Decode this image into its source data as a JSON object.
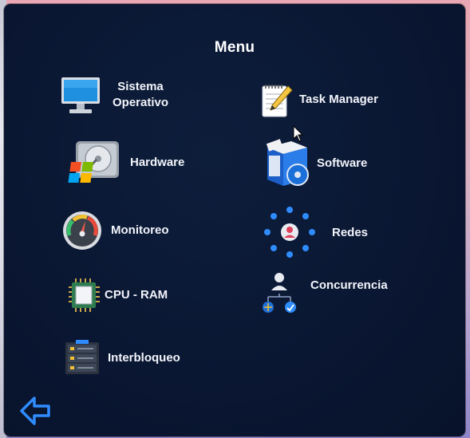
{
  "window": {
    "title": "Menu"
  },
  "menu": {
    "items": [
      {
        "label_line1": "Sistema",
        "label_line2": "Operativo",
        "icon": "monitor-icon"
      },
      {
        "label": "Task Manager",
        "icon": "notepad-pencil-icon"
      },
      {
        "label": "Hardware",
        "icon": "hard-drive-windows-icon"
      },
      {
        "label": "Software",
        "icon": "software-box-icon"
      },
      {
        "label": "Monitoreo",
        "icon": "speedometer-icon"
      },
      {
        "label": "Redes",
        "icon": "network-user-icon"
      },
      {
        "label": "CPU - RAM",
        "icon": "cpu-chip-icon"
      },
      {
        "label": "Concurrencia",
        "icon": "concurrency-users-icon"
      },
      {
        "label": "Interbloqueo",
        "icon": "server-rack-icon"
      }
    ]
  },
  "navigation": {
    "back_icon": "back-arrow-icon"
  },
  "colors": {
    "window_background": "#0a1733",
    "text": "#f2f4fa",
    "accent_blue": "#2f8cff"
  }
}
